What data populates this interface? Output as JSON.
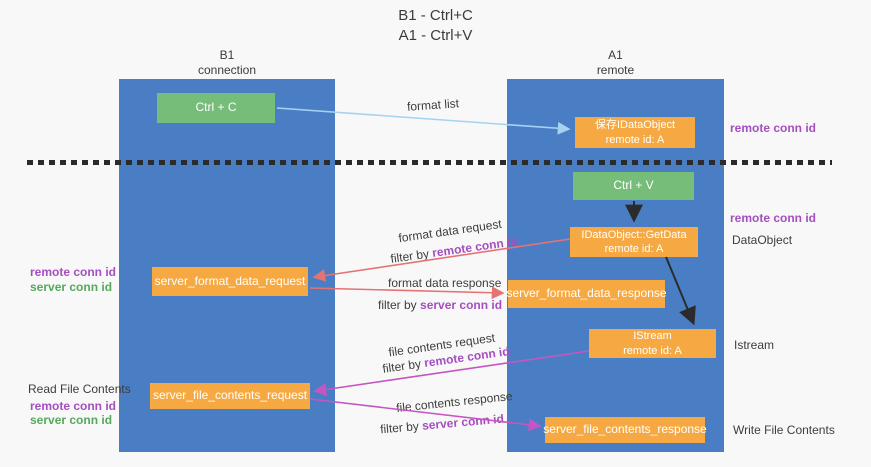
{
  "title": {
    "line1": "B1 - Ctrl+C",
    "line2": "A1 - Ctrl+V"
  },
  "lanes": {
    "left": {
      "header_line1": "B1",
      "header_line2": "connection"
    },
    "right": {
      "header_line1": "A1",
      "header_line2": "remote"
    }
  },
  "boxes": {
    "ctrl_c": {
      "label": "Ctrl + C"
    },
    "ctrl_v": {
      "label": "Ctrl + V"
    },
    "save_dataobject": {
      "line1": "保存IDataObject",
      "line2": "remote id: A"
    },
    "getdata": {
      "line1": "IDataObject::GetData",
      "line2": "remote id: A"
    },
    "istream": {
      "line1": "IStream",
      "line2": "remote id: A"
    },
    "format_request": {
      "label": "server_format_data_request"
    },
    "format_response": {
      "label": "server_format_data_response"
    },
    "file_request": {
      "label": "server_file_contents_request"
    },
    "file_response": {
      "label": "server_file_contents_response"
    }
  },
  "arrow_labels": {
    "format_list": "format list",
    "format_data_request": "format data request",
    "format_data_response": "format data response",
    "file_contents_request": "file contents request",
    "file_contents_response": "file contents response"
  },
  "terms": {
    "filter_by": "filter by",
    "remote_conn_id": "remote conn id",
    "server_conn_id": "server conn id"
  },
  "side_labels": {
    "dataobject": "DataObject",
    "istream": "Istream",
    "read_file_contents": "Read File Contents",
    "write_file_contents": "Write File Contents"
  },
  "colors": {
    "lane_blue": "#4a7ec4",
    "box_green": "#76bd7a",
    "box_orange": "#f6a942",
    "arrow_light_blue": "#a5d2f0",
    "arrow_red": "#e57373",
    "arrow_magenta": "#c655c2",
    "arrow_black": "#2b2b2b",
    "text_purple": "#a54ec0",
    "text_green": "#56a85c",
    "background": "#f8f8f9"
  }
}
